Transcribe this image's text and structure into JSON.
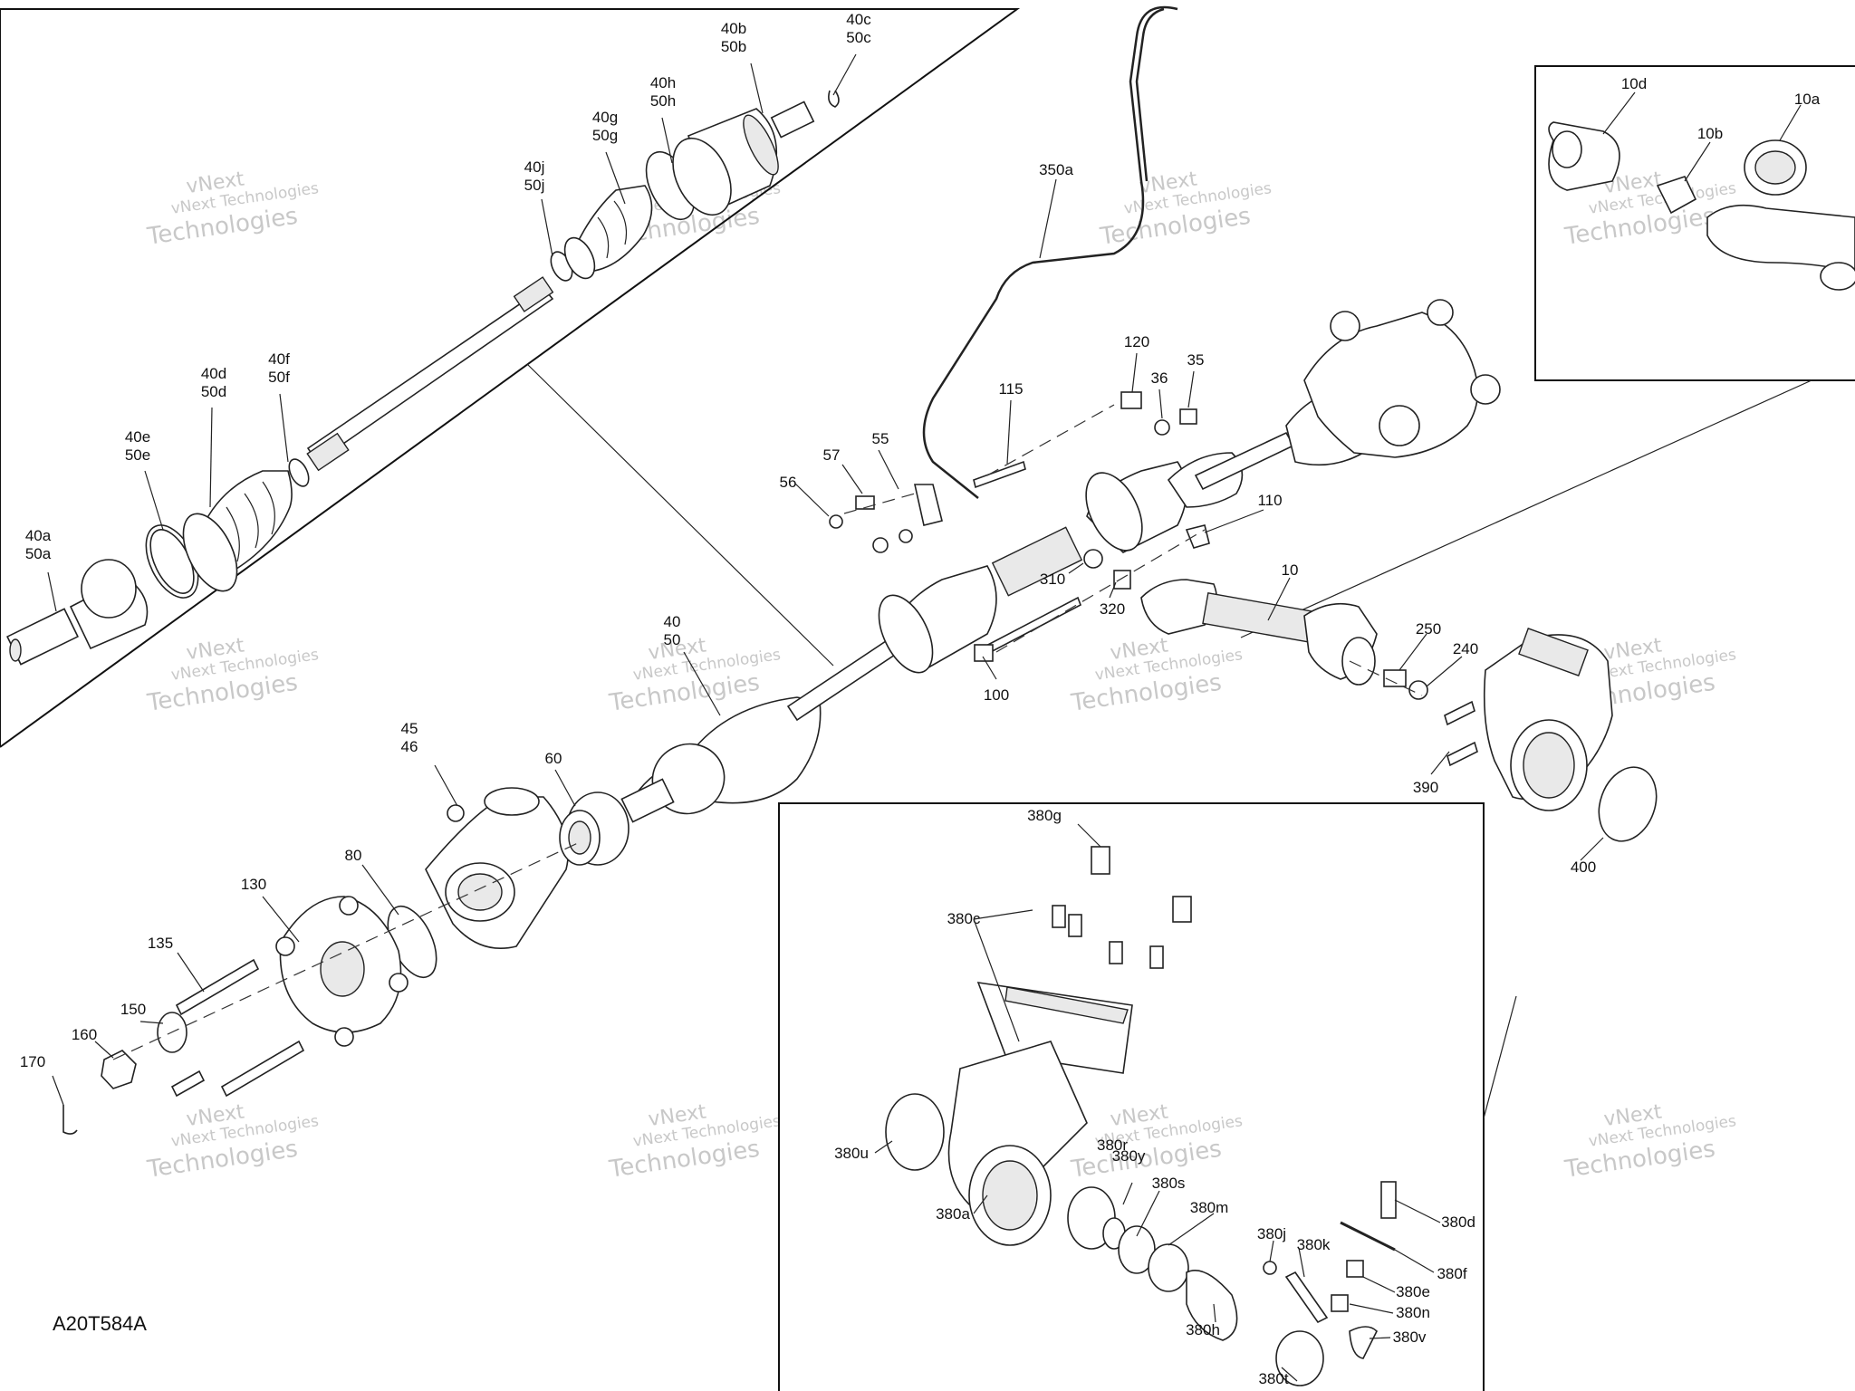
{
  "drawing_code": "A20T584A",
  "watermark": {
    "line1": "vNext Technologies",
    "line2": "Technologies",
    "logo": "vNext"
  },
  "callouts": [
    {
      "id": "c-40a",
      "lines": [
        "40a",
        "50a"
      ]
    },
    {
      "id": "c-40e",
      "lines": [
        "40e",
        "50e"
      ]
    },
    {
      "id": "c-40d",
      "lines": [
        "40d",
        "50d"
      ]
    },
    {
      "id": "c-40f",
      "lines": [
        "40f",
        "50f"
      ]
    },
    {
      "id": "c-40j",
      "lines": [
        "40j",
        "50j"
      ]
    },
    {
      "id": "c-40g",
      "lines": [
        "40g",
        "50g"
      ]
    },
    {
      "id": "c-40h",
      "lines": [
        "40h",
        "50h"
      ]
    },
    {
      "id": "c-40b",
      "lines": [
        "40b",
        "50b"
      ]
    },
    {
      "id": "c-40c",
      "lines": [
        "40c",
        "50c"
      ]
    },
    {
      "id": "c-350a",
      "lines": [
        "350a"
      ]
    },
    {
      "id": "c-120",
      "lines": [
        "120"
      ]
    },
    {
      "id": "c-36",
      "lines": [
        "36"
      ]
    },
    {
      "id": "c-35",
      "lines": [
        "35"
      ]
    },
    {
      "id": "c-115",
      "lines": [
        "115"
      ]
    },
    {
      "id": "c-57",
      "lines": [
        "57"
      ]
    },
    {
      "id": "c-55",
      "lines": [
        "55"
      ]
    },
    {
      "id": "c-56",
      "lines": [
        "56"
      ]
    },
    {
      "id": "c-110",
      "lines": [
        "110"
      ]
    },
    {
      "id": "c-310",
      "lines": [
        "310"
      ]
    },
    {
      "id": "c-320",
      "lines": [
        "320"
      ]
    },
    {
      "id": "c-10",
      "lines": [
        "10"
      ]
    },
    {
      "id": "c-100",
      "lines": [
        "100"
      ]
    },
    {
      "id": "c-250",
      "lines": [
        "250"
      ]
    },
    {
      "id": "c-240",
      "lines": [
        "240"
      ]
    },
    {
      "id": "c-390",
      "lines": [
        "390"
      ]
    },
    {
      "id": "c-400",
      "lines": [
        "400"
      ]
    },
    {
      "id": "c-40",
      "lines": [
        "40",
        "50"
      ]
    },
    {
      "id": "c-45",
      "lines": [
        "45",
        "46"
      ]
    },
    {
      "id": "c-60",
      "lines": [
        "60"
      ]
    },
    {
      "id": "c-80",
      "lines": [
        "80"
      ]
    },
    {
      "id": "c-130",
      "lines": [
        "130"
      ]
    },
    {
      "id": "c-135",
      "lines": [
        "135"
      ]
    },
    {
      "id": "c-150",
      "lines": [
        "150"
      ]
    },
    {
      "id": "c-160",
      "lines": [
        "160"
      ]
    },
    {
      "id": "c-170",
      "lines": [
        "170"
      ]
    },
    {
      "id": "c-10d",
      "lines": [
        "10d"
      ]
    },
    {
      "id": "c-10a",
      "lines": [
        "10a"
      ]
    },
    {
      "id": "c-10b",
      "lines": [
        "10b"
      ]
    },
    {
      "id": "c-380g",
      "lines": [
        "380g"
      ]
    },
    {
      "id": "c-380c",
      "lines": [
        "380c"
      ]
    },
    {
      "id": "c-380u",
      "lines": [
        "380u"
      ]
    },
    {
      "id": "c-380a",
      "lines": [
        "380a"
      ]
    },
    {
      "id": "c-380r",
      "lines": [
        "380r"
      ]
    },
    {
      "id": "c-380y",
      "lines": [
        "380y"
      ]
    },
    {
      "id": "c-380s",
      "lines": [
        "380s"
      ]
    },
    {
      "id": "c-380m",
      "lines": [
        "380m"
      ]
    },
    {
      "id": "c-380j",
      "lines": [
        "380j"
      ]
    },
    {
      "id": "c-380k",
      "lines": [
        "380k"
      ]
    },
    {
      "id": "c-380d",
      "lines": [
        "380d"
      ]
    },
    {
      "id": "c-380f",
      "lines": [
        "380f"
      ]
    },
    {
      "id": "c-380e",
      "lines": [
        "380e"
      ]
    },
    {
      "id": "c-380n",
      "lines": [
        "380n"
      ]
    },
    {
      "id": "c-380h",
      "lines": [
        "380h"
      ]
    },
    {
      "id": "c-380v",
      "lines": [
        "380v"
      ]
    },
    {
      "id": "c-380t",
      "lines": [
        "380t"
      ]
    }
  ]
}
